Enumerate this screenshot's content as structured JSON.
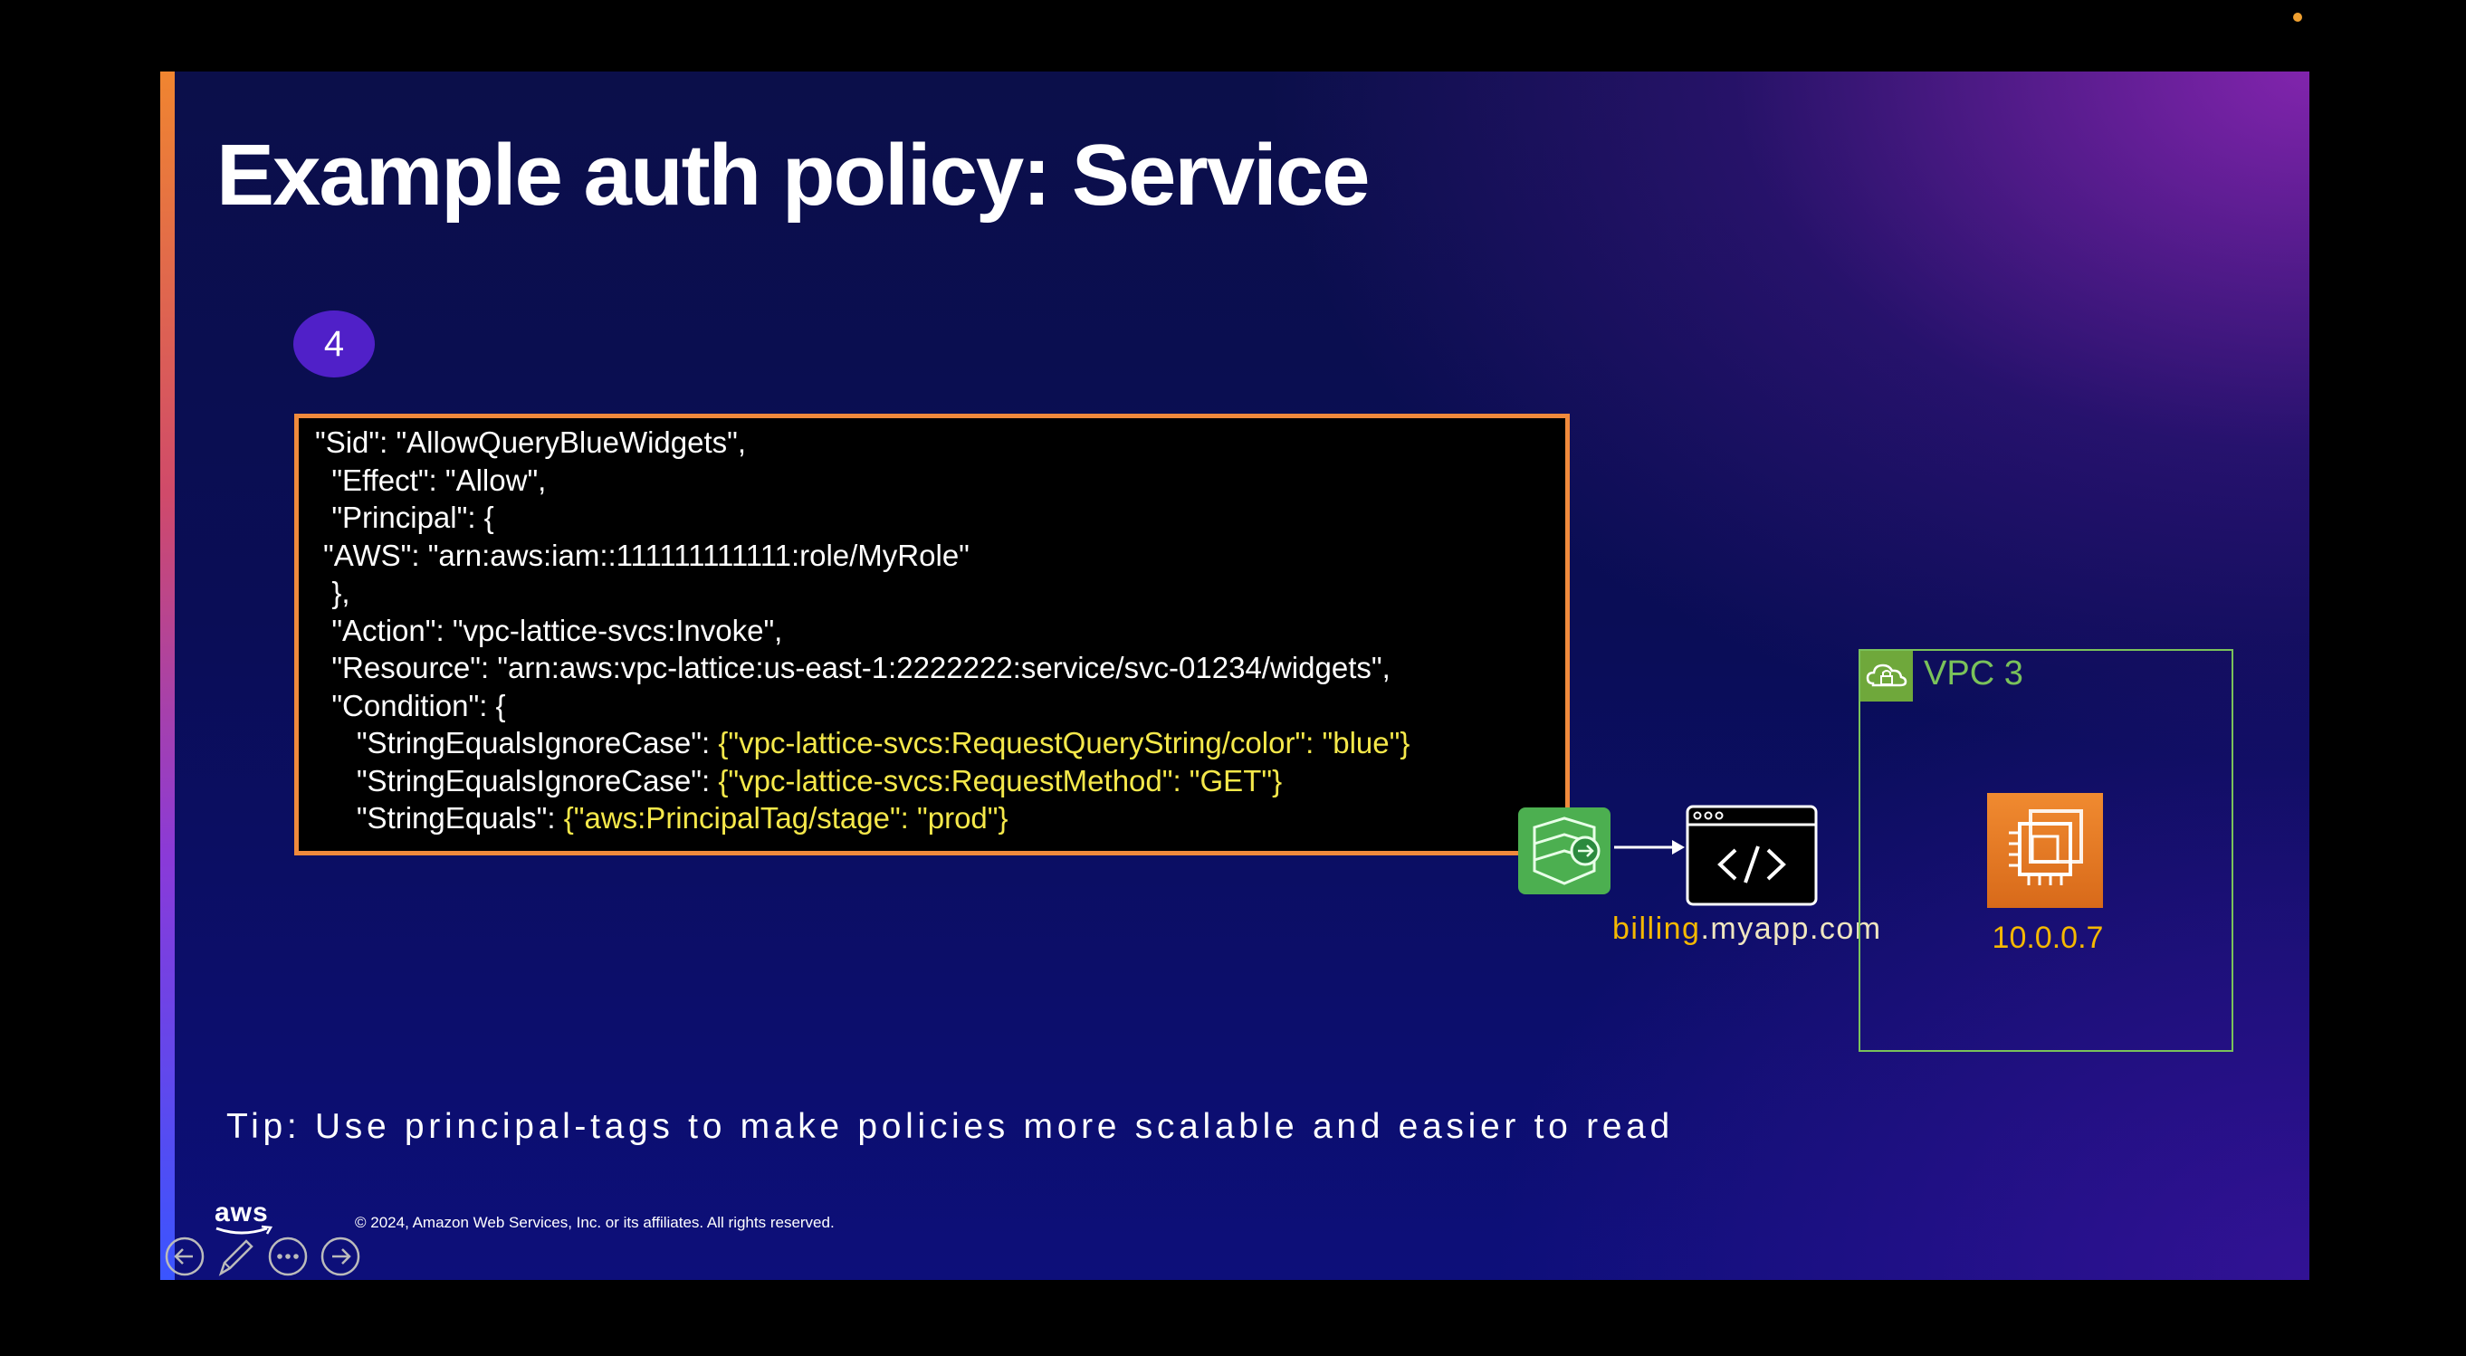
{
  "slide": {
    "title": "Example auth policy: Service",
    "step_number": "4",
    "policy_lines": [
      {
        "text": "\"Sid\": \"AllowQueryBlueWidgets\",",
        "highlight": "",
        "indent": 18
      },
      {
        "text": "  \"Effect\": \"Allow\",",
        "highlight": "",
        "indent": 18
      },
      {
        "text": "  \"Principal\": {",
        "highlight": "",
        "indent": 18
      },
      {
        "text": "\"AWS\": \"arn:aws:iam::111111111111:role/MyRole\"",
        "highlight": "",
        "indent": 27
      },
      {
        "text": "  },",
        "highlight": "",
        "indent": 18
      },
      {
        "text": "  \"Action\": \"vpc-lattice-svcs:Invoke\",",
        "highlight": "",
        "indent": 18
      },
      {
        "text": "  \"Resource\": \"arn:aws:vpc-lattice:us-east-1:2222222:service/svc-01234/widgets\",",
        "highlight": "",
        "indent": 18
      },
      {
        "text": "  \"Condition\": {",
        "highlight": "",
        "indent": 18
      },
      {
        "text": "     \"StringEqualsIgnoreCase\": ",
        "highlight": "{\"vpc-lattice-svcs:RequestQueryString/color\": \"blue\"}",
        "indent": 18
      },
      {
        "text": "     \"StringEqualsIgnoreCase\": ",
        "highlight": "{\"vpc-lattice-svcs:RequestMethod\": \"GET\"}",
        "indent": 18
      },
      {
        "text": "     \"StringEquals\": ",
        "highlight": "{\"aws:PrincipalTag/stage\": \"prod\"}",
        "indent": 18
      }
    ],
    "service": {
      "icon": "lattice-service-network-icon",
      "endpoint_icon": "code-window-icon",
      "name_accent": "billing",
      "name_rest": ".myapp.com"
    },
    "vpc": {
      "label": "VPC 3",
      "icon": "cloud-lock-icon",
      "instance_icon": "ec2-chip-icon",
      "instance_ip": "10.0.0.7"
    },
    "tip": "Tip: Use principal-tags to make policies more scalable and easier to read",
    "footer": {
      "logo_text": "aws",
      "copyright": "© 2024, Amazon Web Services, Inc. or its affiliates. All rights reserved."
    },
    "colors": {
      "code_border": "#f08a3c",
      "highlight_text": "#f5e84a",
      "step_badge": "#5020c8",
      "vpc_green": "#7ac25a",
      "accent_orange": "#f5b800"
    }
  },
  "presenter_controls": {
    "prev": "arrow-left-icon",
    "pen": "pen-icon",
    "more": "more-options-icon",
    "next": "arrow-right-icon"
  }
}
